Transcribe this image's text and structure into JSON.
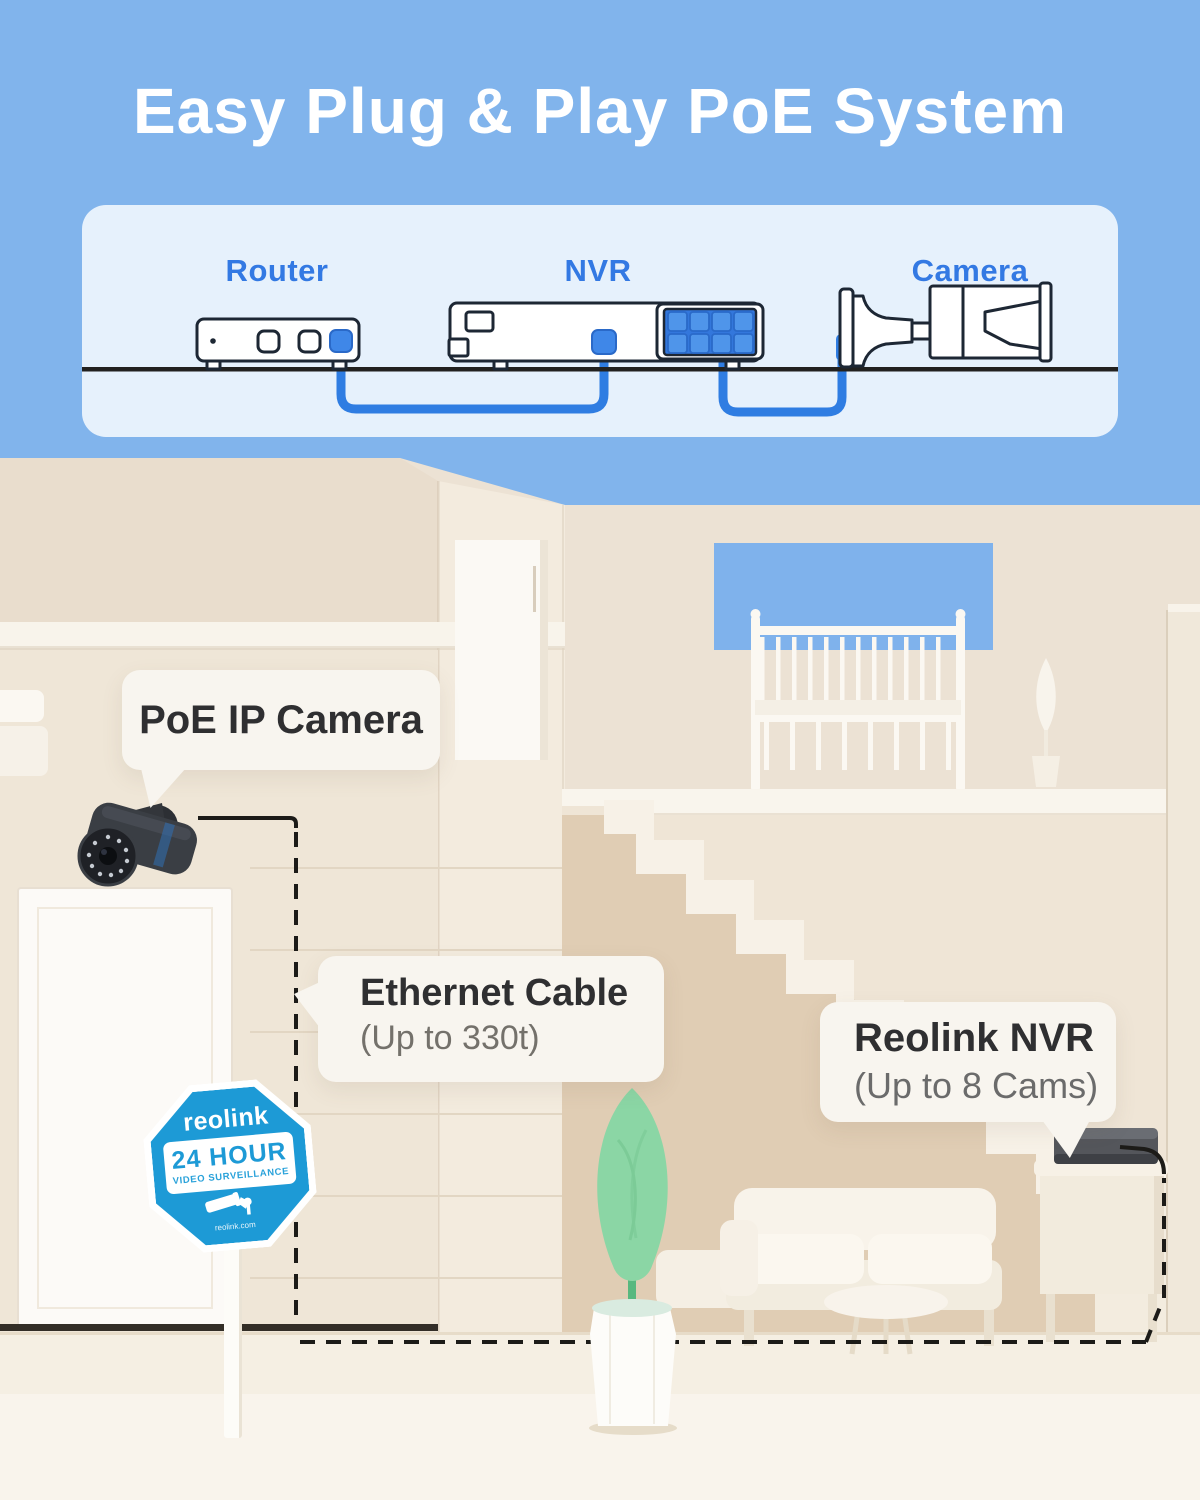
{
  "header": {
    "title": "Easy Plug & Play PoE System"
  },
  "diagram": {
    "devices": [
      {
        "id": "router",
        "label": "Router"
      },
      {
        "id": "nvr",
        "label": "NVR"
      },
      {
        "id": "camera",
        "label": "Camera"
      }
    ]
  },
  "scene": {
    "callouts": {
      "camera": {
        "title": "PoE IP Camera"
      },
      "cable": {
        "title": "Ethernet Cable",
        "subtitle": "(Up to 330t)"
      },
      "nvr": {
        "title": "Reolink NVR",
        "subtitle": "(Up to 8 Cams)"
      }
    },
    "sign": {
      "brand": "reolink",
      "headline": "24 HOUR",
      "subheadline": "VIDEO SURVEILLANCE",
      "footer": "reolink.com"
    }
  },
  "colors": {
    "background_blue": "#81b4ec",
    "panel_blue": "#e6f1fc",
    "diagram_label_blue": "#3379e3",
    "cable_blue": "#2f7de2",
    "outline_dark": "#1d2734",
    "sign_blue": "#1d9ad6",
    "wall_cream": "#ece2d4",
    "callout_text_dark": "#2f2f31",
    "callout_text_gray": "#74716b"
  }
}
